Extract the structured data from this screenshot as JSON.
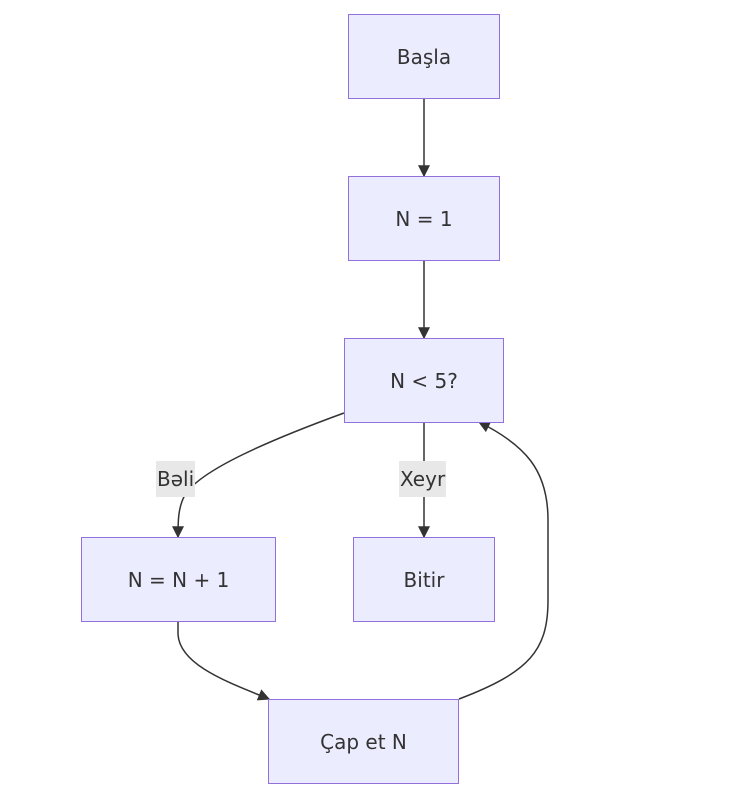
{
  "diagram": {
    "nodes": {
      "start": "Başla",
      "init": "N = 1",
      "condition": "N < 5?",
      "increment": "N = N + 1",
      "end": "Bitir",
      "print": "Çap et N"
    },
    "edge_labels": {
      "yes": "Bəli",
      "no": "Xeyr"
    }
  }
}
